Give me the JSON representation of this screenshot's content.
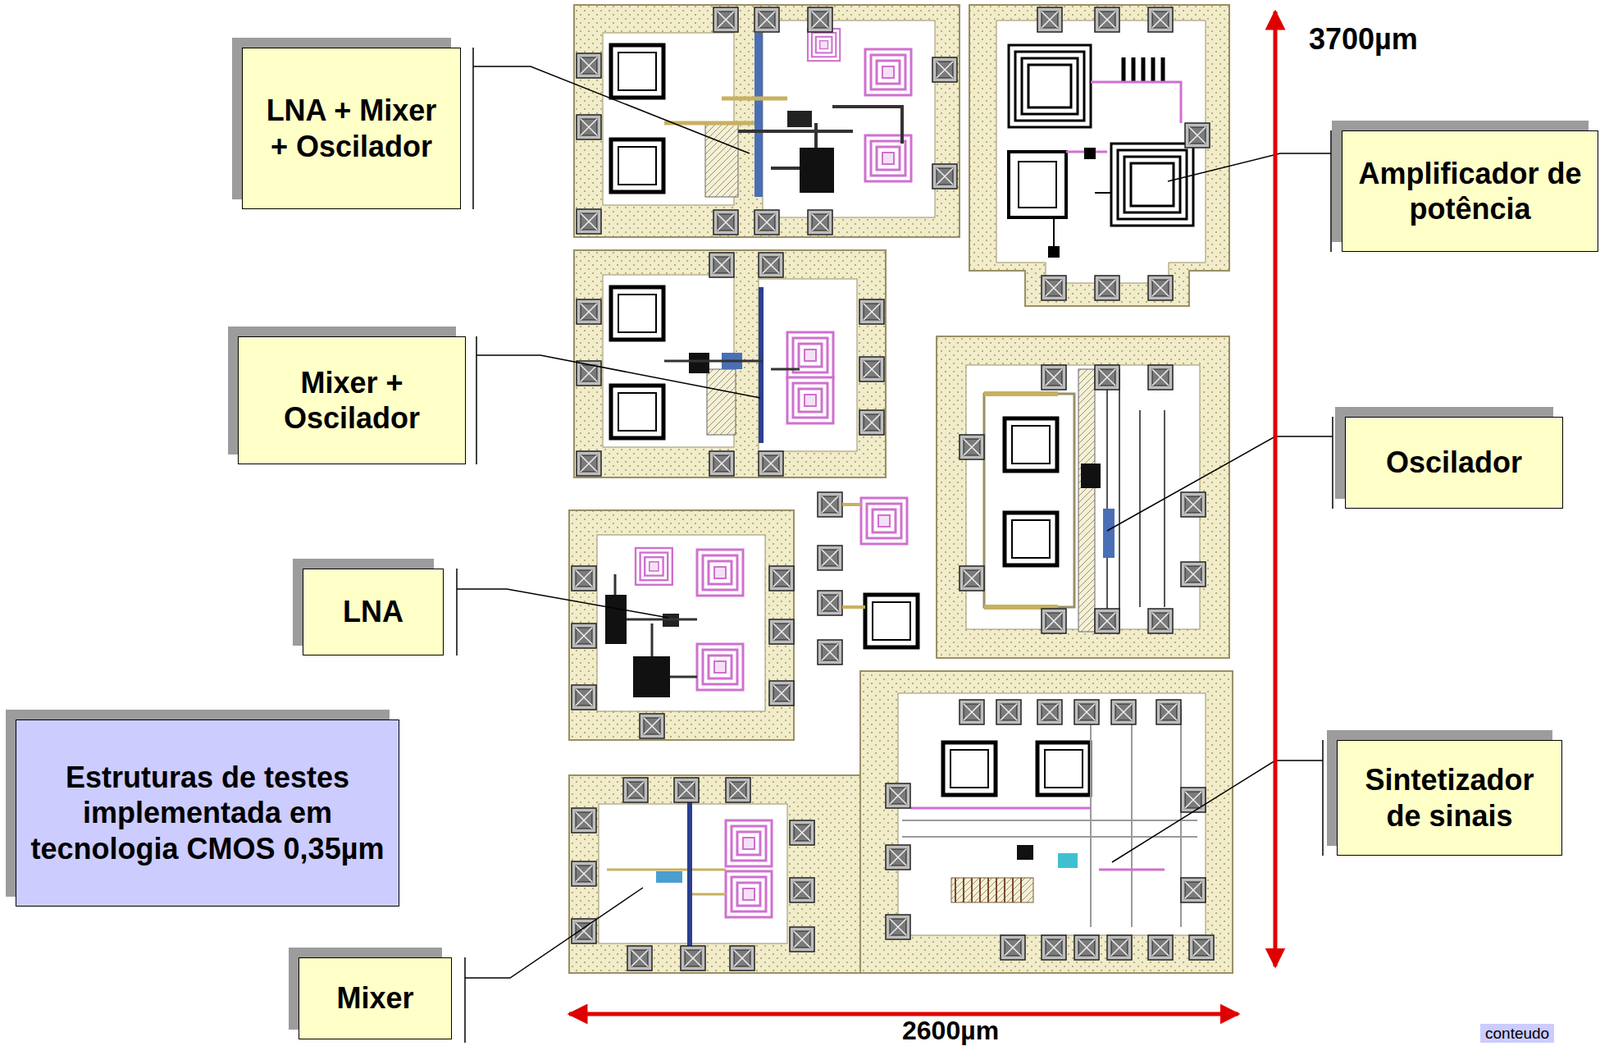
{
  "diagram": {
    "nodes": [
      {
        "text": [
          "LNA + Mixer + Oscilador"
        ]
      },
      {
        "text": [
          "Mixer + Oscilador"
        ]
      },
      {
        "text": [
          "LNA"
        ]
      },
      {
        "text": [
          "Estruturas de testes implementada em tecnologia CMOS 0,35µm"
        ]
      },
      {
        "text": [
          "Mixer"
        ]
      },
      {
        "text": [
          "Amplificador de potência"
        ]
      },
      {
        "text": [
          "Oscilador"
        ]
      },
      {
        "text": [
          "Sintetizador de sinais"
        ]
      }
    ],
    "labels": [
      "3700µm",
      "2600µm",
      "conteudo"
    ]
  }
}
